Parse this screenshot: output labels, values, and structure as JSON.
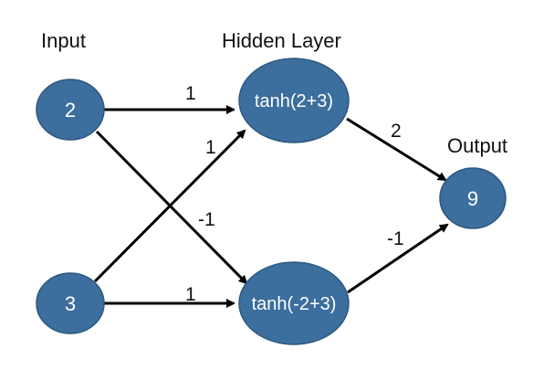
{
  "labels": {
    "input": "Input",
    "hidden": "Hidden Layer",
    "output": "Output"
  },
  "nodes": {
    "input_top": "2",
    "input_bottom": "3",
    "hidden_top": "tanh(2+3)",
    "hidden_bottom": "tanh(-2+3)",
    "output": "9"
  },
  "weights": {
    "input_top_to_hidden_top": "1",
    "input_bottom_to_hidden_top": "1",
    "input_top_to_hidden_bottom": "-1",
    "input_bottom_to_hidden_bottom": "1",
    "hidden_top_to_output": "2",
    "hidden_bottom_to_output": "-1"
  },
  "colors": {
    "node_fill": "#3c6e9e",
    "node_text": "#ffffff",
    "edge": "#000000",
    "label_text": "#111111"
  }
}
